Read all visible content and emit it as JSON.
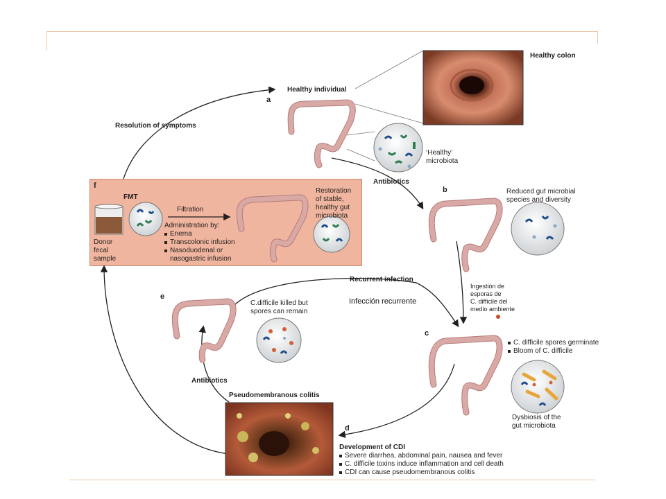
{
  "stages": {
    "a": {
      "letter": "a",
      "title": "Healthy individual",
      "microbiota": "‘Healthy’\nmicrobiota",
      "colon_photo_label": "Healthy colon"
    },
    "b": {
      "letter": "b",
      "arrow_label": "Antibiotics",
      "description": "Reduced gut microbial\nspecies and diversity"
    },
    "c": {
      "letter": "c",
      "bullets": [
        "C. difficile spores germinate",
        "Bloom of C. difficile"
      ],
      "dysbiosis": "Dysbiosis of the\ngut microbiota"
    },
    "d": {
      "letter": "d",
      "title": "Development of CDI",
      "bullets": [
        "Severe diarrhea, abdominal pain, nausea and fever",
        "C. difficile toxins induce inflammation and cell death",
        "CDI can cause pseudomembranous colitis"
      ],
      "photo_label": "Pseudomembranous colitis"
    },
    "e": {
      "letter": "e",
      "microbiota": "C.difficile killed but\nspores can remain",
      "arrow_label": "Antibiotics"
    },
    "f": {
      "letter": "f",
      "fmt_title": "FMT",
      "filtration": "Filtration",
      "administration_title": "Administration by:",
      "administration_items": [
        "Enema",
        "Transcolonic infusion",
        "Nasoduodenal or",
        "nasogastric infusion"
      ],
      "donor": "Donor\nfecal\nsample",
      "restoration": "Restoration\nof stable,\nhealthy gut\nmicrobiota"
    }
  },
  "arrows": {
    "resolution": "Resolution of symptoms",
    "recurrent": "Recurrent infection"
  },
  "overlays": {
    "spanish_recurrent": "Infección recurrente",
    "spore_ingestion": "Ingestión de\nesporas de\nC. difficile del\nmedio ambiente"
  },
  "colors": {
    "colon": "#d9a9a6",
    "colon_dark": "#b57c7a",
    "fmt_panel": "#efb59e",
    "bacteria_blue": "#1f4e8c",
    "bacteria_green": "#2f7e52",
    "cdiff_orange": "#e8a53a"
  }
}
